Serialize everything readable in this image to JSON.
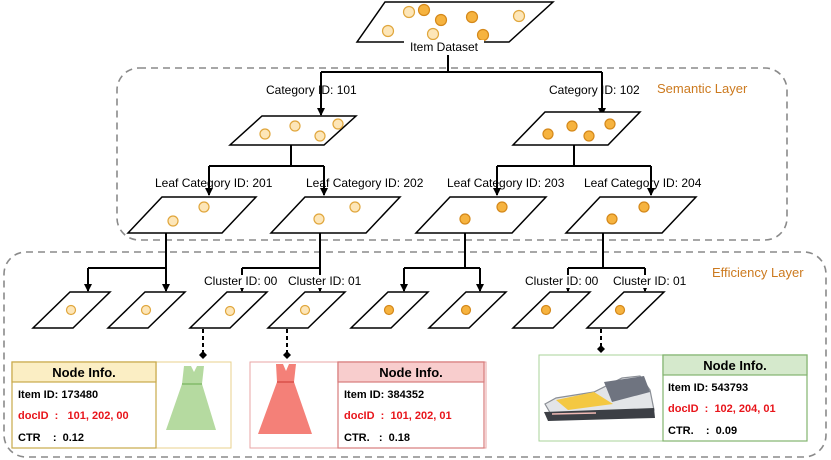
{
  "root": {
    "label": "Item Dataset"
  },
  "layers": {
    "semantic": "Semantic Layer",
    "efficiency": "Efficiency Layer"
  },
  "categories": [
    {
      "label": "Category ID: 101"
    },
    {
      "label": "Category ID: 102"
    }
  ],
  "leaf_categories": [
    {
      "label": "Leaf Category ID: 201"
    },
    {
      "label": "Leaf Category ID: 202"
    },
    {
      "label": "Leaf Category ID: 203"
    },
    {
      "label": "Leaf Category ID: 204"
    }
  ],
  "clusters": [
    {
      "label": "Cluster ID: 00"
    },
    {
      "label": "Cluster ID: 01"
    },
    {
      "label": "Cluster ID: 00"
    },
    {
      "label": "Cluster ID: 01"
    }
  ],
  "node_cards": [
    {
      "title": "Node Info.",
      "item_id": "Item ID:  173480",
      "doc_id": "docID  :   101, 202, 00",
      "ctr": "CTR    :  0.12",
      "product": "green dress"
    },
    {
      "title": "Node Info.",
      "item_id": "Item ID:  384352",
      "doc_id": "docID  :  101, 202, 01",
      "ctr": "CTR.   :  0.18",
      "product": "red dress"
    },
    {
      "title": "Node Info.",
      "item_id": "Item ID:  543793",
      "doc_id": "docID  :  102, 204, 01",
      "ctr": "CTR.    :  0.09",
      "product": "sneaker"
    }
  ],
  "colors": {
    "light_item": "#fde6b8",
    "light_item_stroke": "#e0a63c",
    "dark_item": "#f6b33f",
    "dark_item_stroke": "#d4881a",
    "layer_label": "#cc7a1f",
    "doc_id": "#e8151b",
    "yellow_header": "#fbeec4",
    "red_header": "#f8cdcd",
    "green_header": "#d5e9cc"
  }
}
